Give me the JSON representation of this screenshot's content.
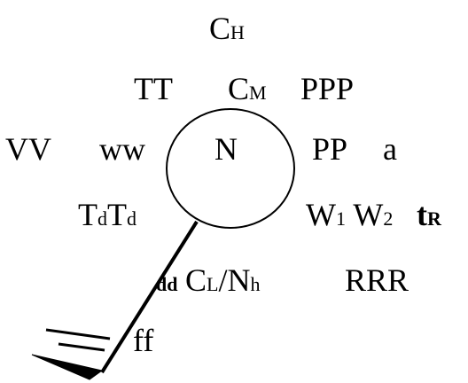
{
  "station_model": {
    "cloud_high": {
      "main": "C",
      "sub": "H"
    },
    "past_pressure_tendency": "TT",
    "cloud_mid": {
      "main": "C",
      "sub": "M"
    },
    "pressure": "PPP",
    "visibility": "VV",
    "present_weather": "ww",
    "total_cloud": "N",
    "pressure_change": "PP",
    "pressure_char": "a",
    "dewpoint": {
      "part1": "T",
      "sub1": "d",
      "part2": "T",
      "sub2": "d"
    },
    "past_weather": {
      "w1_main": "W",
      "w1_sub": "1",
      "w2_main": "W",
      "w2_sub": "2"
    },
    "precip_time": {
      "main": "t",
      "sub": "R"
    },
    "wind_direction": "dd",
    "cloud_low": {
      "main": "C",
      "sub": "L",
      "sep": "/",
      "n_main": "N",
      "n_sub": "h"
    },
    "precip_amount": "RRR",
    "wind_speed": "ff"
  },
  "colors": {
    "ink": "#000000",
    "background": "#ffffff"
  }
}
